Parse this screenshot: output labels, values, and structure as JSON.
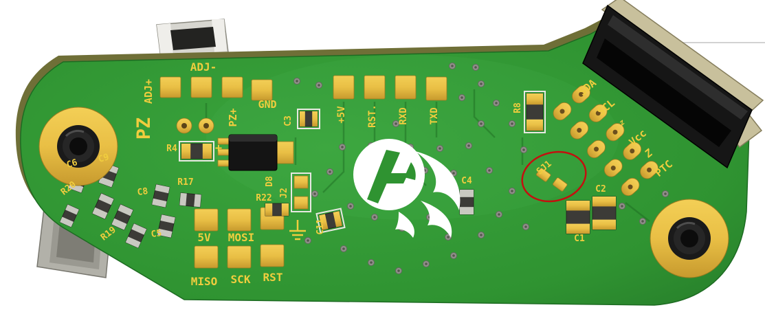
{
  "scene": {
    "description": "3D render of a green PCB with gold pads, silkscreen labels and a red hand-drawn circle highlighting solder jumper SJ1"
  },
  "annotation": {
    "target": "SJ1",
    "shape": "hand-drawn-circle",
    "color": "#c40f0f"
  },
  "colors": {
    "background": "#ffffff",
    "board_green": "#2f9331",
    "board_edge_olive": "#6f6f37",
    "pad_gold": "#e9bf45",
    "silkscreen_yellow": "#f0cd3e",
    "annotation_red": "#c40f0f",
    "connector_black": "#161616",
    "housing_tan": "#c8c09c",
    "screw_black": "#111111"
  },
  "silkscreen": {
    "adj_plus": "ADJ+",
    "adj_minus": "ADJ-",
    "pz": "PZ",
    "pz_plus": "PZ+",
    "gnd": "GND",
    "c3": "C3",
    "plus5v": "+5V",
    "rst_top": "RST.",
    "rxd": "RXD",
    "txd": "TXD",
    "r8": "R8",
    "sda": "SDA",
    "scl": "SCL",
    "vcc": "Vcc",
    "ptc": "PTC",
    "thermistor_small": "z",
    "thermistor_large": "Z",
    "sj1": "SJ1",
    "c4": "C4",
    "c2": "C2",
    "c1": "C1",
    "d8": "D8",
    "j2": "J2",
    "r22": "R22",
    "c11": "C11",
    "r4": "R4",
    "polarity_plus": "+",
    "c6": "C6",
    "c9": "C9",
    "r20": "R20",
    "c8": "C8",
    "r17": "R17",
    "r19": "R19",
    "c5": "C5",
    "v5": "5V",
    "mosi": "MOSI",
    "miso": "MISO",
    "sck": "SCK",
    "rst": "RST"
  }
}
